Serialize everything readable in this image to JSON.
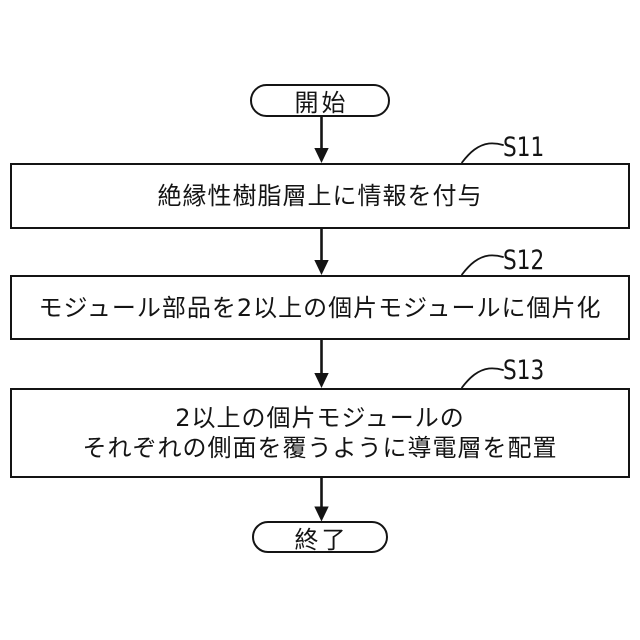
{
  "figure": {
    "type": "flowchart",
    "background": "#ffffff",
    "line_color": "#141414",
    "start": {
      "label": "開始"
    },
    "end": {
      "label": "終了"
    },
    "steps": [
      {
        "id": "S11",
        "lines": [
          "絶縁性樹脂層上に情報を付与"
        ]
      },
      {
        "id": "S12",
        "lines": [
          "モジュール部品を2以上の個片モジュールに個片化"
        ]
      },
      {
        "id": "S13",
        "lines": [
          "2以上の個片モジュールの",
          "それぞれの側面を覆うように導電層を配置"
        ]
      }
    ]
  }
}
